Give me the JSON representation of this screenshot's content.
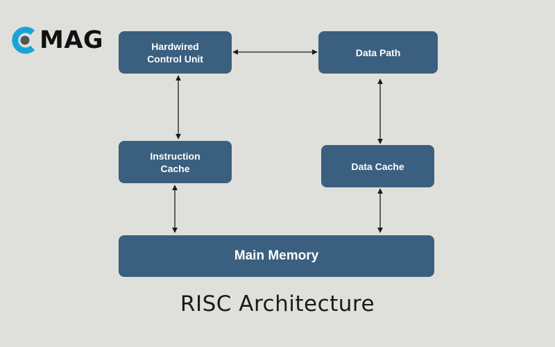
{
  "logo": {
    "text": "MAG",
    "colors": {
      "ring": "#1aa3d6",
      "dot": "#555555"
    }
  },
  "diagram": {
    "title": "RISC Architecture",
    "nodes": {
      "hcu": "Hardwired\nControl Unit",
      "datapath": "Data Path",
      "icache": "Instruction\nCache",
      "dcache": "Data Cache",
      "memory": "Main Memory"
    },
    "edges": [
      {
        "from": "hcu",
        "to": "datapath",
        "type": "bidirectional"
      },
      {
        "from": "hcu",
        "to": "icache",
        "type": "bidirectional"
      },
      {
        "from": "icache",
        "to": "memory",
        "type": "bidirectional"
      },
      {
        "from": "datapath",
        "to": "dcache",
        "type": "bidirectional"
      },
      {
        "from": "dcache",
        "to": "memory",
        "type": "bidirectional"
      }
    ],
    "colors": {
      "background": "#dfe0db",
      "box": "#3a5f7f",
      "box_text": "#ffffff",
      "arrow": "#1a1a1a"
    }
  }
}
